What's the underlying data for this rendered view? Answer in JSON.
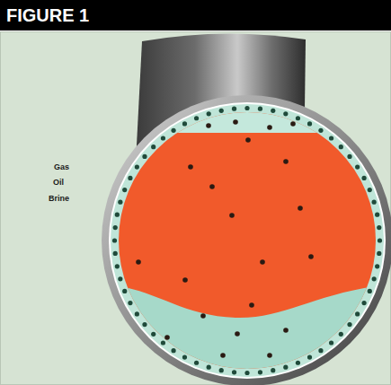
{
  "diagram": {
    "title": "FIGURE 1",
    "labels": [
      "Gas",
      "Oil",
      "Brine"
    ]
  }
}
